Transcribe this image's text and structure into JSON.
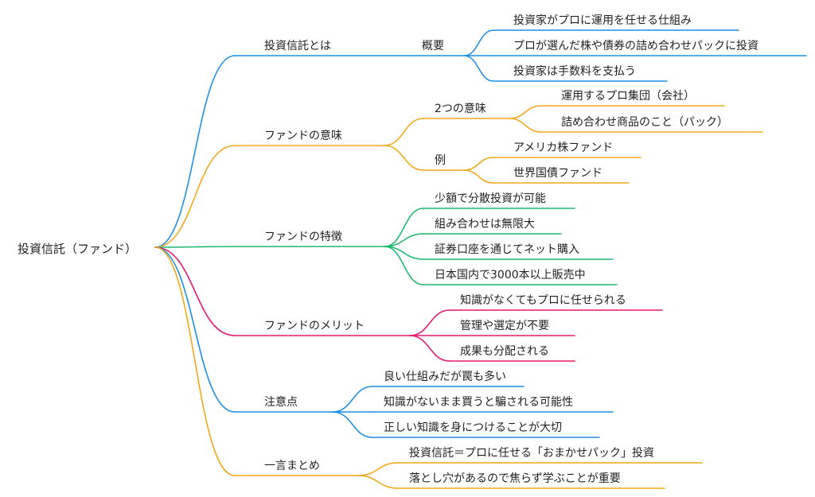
{
  "colors": {
    "blue": "#1f8ee6",
    "orange": "#f2a81d",
    "green": "#1fb86e",
    "magenta": "#e5186f"
  },
  "root": {
    "label": "投資信託（ファンド）"
  },
  "branches": [
    {
      "label": "投資信託とは",
      "color": "blue",
      "children": [
        {
          "label": "概要",
          "children": [
            {
              "label": "投資家がプロに運用を任せる仕組み"
            },
            {
              "label": "プロが選んだ株や債券の詰め合わせパックに投資"
            },
            {
              "label": "投資家は手数料を支払う"
            }
          ]
        }
      ]
    },
    {
      "label": "ファンドの意味",
      "color": "orange",
      "children": [
        {
          "label": "2つの意味",
          "children": [
            {
              "label": "運用するプロ集団（会社）"
            },
            {
              "label": "詰め合わせ商品のこと（パック）"
            }
          ]
        },
        {
          "label": "例",
          "children": [
            {
              "label": "アメリカ株ファンド"
            },
            {
              "label": "世界国債ファンド"
            }
          ]
        }
      ]
    },
    {
      "label": "ファンドの特徴",
      "color": "green",
      "children": [
        {
          "label": "少額で分散投資が可能"
        },
        {
          "label": "組み合わせは無限大"
        },
        {
          "label": "証券口座を通じてネット購入"
        },
        {
          "label": "日本国内で3000本以上販売中"
        }
      ]
    },
    {
      "label": "ファンドのメリット",
      "color": "magenta",
      "children": [
        {
          "label": "知識がなくてもプロに任せられる"
        },
        {
          "label": "管理や選定が不要"
        },
        {
          "label": "成果も分配される"
        }
      ]
    },
    {
      "label": "注意点",
      "color": "blue",
      "children": [
        {
          "label": "良い仕組みだが罠も多い"
        },
        {
          "label": "知識がないまま買うと騙される可能性"
        },
        {
          "label": "正しい知識を身につけることが大切"
        }
      ]
    },
    {
      "label": "一言まとめ",
      "color": "orange",
      "children": [
        {
          "label": "投資信託＝プロに任せる「おまかせパック」投資"
        },
        {
          "label": "落とし穴があるので焦らず学ぶことが重要"
        }
      ]
    }
  ]
}
